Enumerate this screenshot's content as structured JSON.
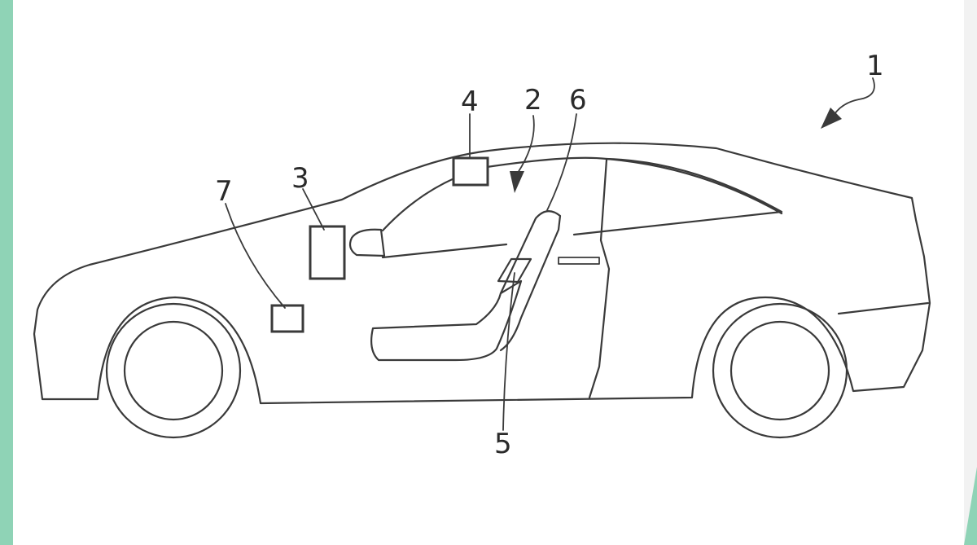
{
  "figure": {
    "theme": {
      "accent_strip": "#8fd3b6",
      "line": "#3a3a3a"
    },
    "reference_numerals": {
      "vehicle": "1",
      "seat": "2",
      "unit_3": "3",
      "unit_4": "4",
      "unit_5": "5",
      "unit_6": "6",
      "unit_7": "7"
    }
  }
}
